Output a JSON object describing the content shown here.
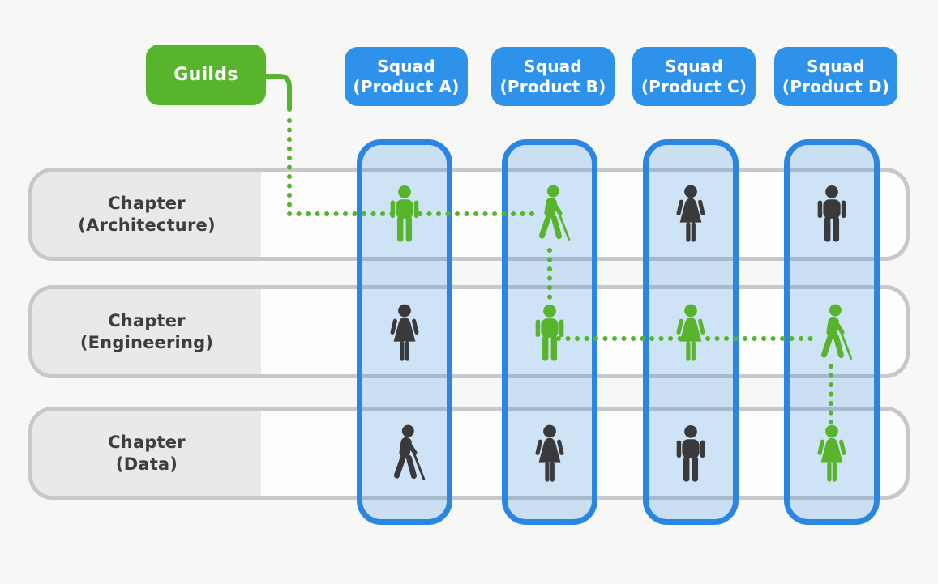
{
  "colors": {
    "bg": "#f7f8f6",
    "green": "#57b42c",
    "blue_header": "#2e92ea",
    "blue_border": "#2b86e2",
    "column_fill": "rgba(45,135,227,0.22)",
    "row_border": "#c8c8c8",
    "row_fill": "#fdfdfd",
    "label_bg": "#e9e9e9",
    "dark": "#3a3a3c",
    "text_dark": "#3d3d3d",
    "white": "#ffffff"
  },
  "guilds": {
    "label": "Guilds"
  },
  "squads": [
    {
      "line1": "Squad",
      "line2": "(Product A)"
    },
    {
      "line1": "Squad",
      "line2": "(Product B)"
    },
    {
      "line1": "Squad",
      "line2": "(Product C)"
    },
    {
      "line1": "Squad",
      "line2": "(Product D)"
    }
  ],
  "chapters": [
    {
      "line1": "Chapter",
      "line2": "(Architecture)"
    },
    {
      "line1": "Chapter",
      "line2": "(Engineering)"
    },
    {
      "line1": "Chapter",
      "line2": "(Data)"
    }
  ],
  "members": [
    {
      "chapter": "Architecture",
      "squad": "Product A",
      "icon": "man-icon",
      "color": "green",
      "in_guild": true
    },
    {
      "chapter": "Architecture",
      "squad": "Product B",
      "icon": "cane-person-icon",
      "color": "green",
      "in_guild": true
    },
    {
      "chapter": "Architecture",
      "squad": "Product C",
      "icon": "woman-icon",
      "color": "dark",
      "in_guild": false
    },
    {
      "chapter": "Architecture",
      "squad": "Product D",
      "icon": "man-icon",
      "color": "dark",
      "in_guild": false
    },
    {
      "chapter": "Engineering",
      "squad": "Product A",
      "icon": "woman-icon",
      "color": "dark",
      "in_guild": false
    },
    {
      "chapter": "Engineering",
      "squad": "Product B",
      "icon": "man-icon",
      "color": "green",
      "in_guild": true
    },
    {
      "chapter": "Engineering",
      "squad": "Product C",
      "icon": "woman-icon",
      "color": "green",
      "in_guild": true
    },
    {
      "chapter": "Engineering",
      "squad": "Product D",
      "icon": "cane-person-icon",
      "color": "green",
      "in_guild": true
    },
    {
      "chapter": "Data",
      "squad": "Product A",
      "icon": "cane-person-icon",
      "color": "dark",
      "in_guild": false
    },
    {
      "chapter": "Data",
      "squad": "Product B",
      "icon": "woman-icon",
      "color": "dark",
      "in_guild": false
    },
    {
      "chapter": "Data",
      "squad": "Product C",
      "icon": "man-icon",
      "color": "dark",
      "in_guild": false
    },
    {
      "chapter": "Data",
      "squad": "Product D",
      "icon": "woman-icon",
      "color": "green",
      "in_guild": true
    }
  ]
}
